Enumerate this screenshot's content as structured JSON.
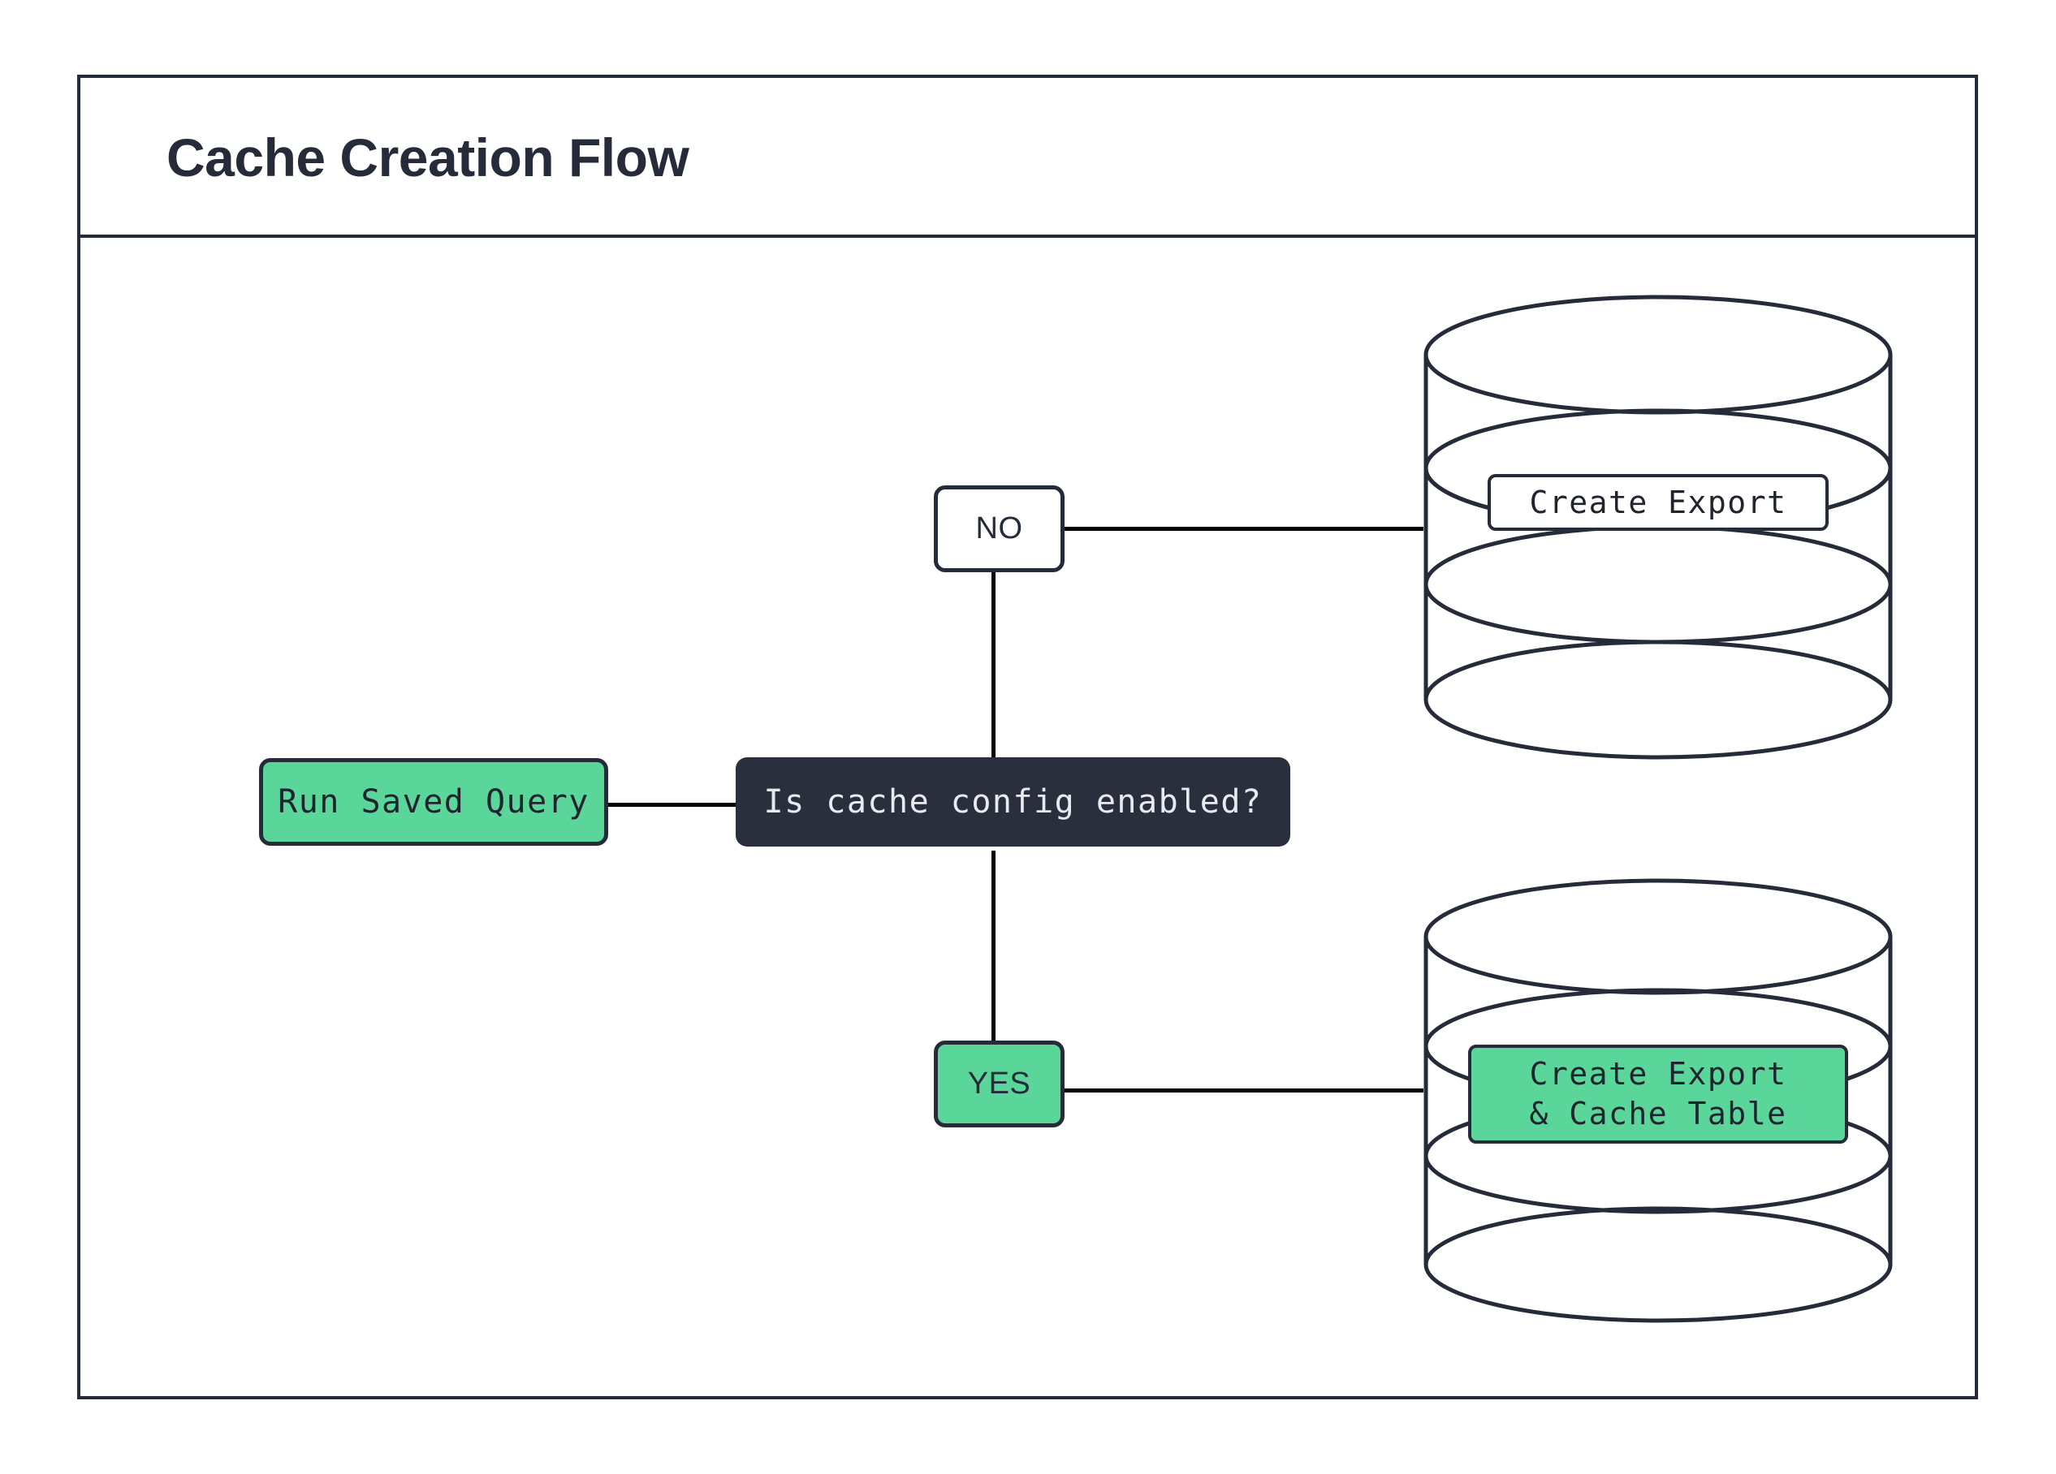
{
  "diagram": {
    "title": "Cache Creation Flow",
    "colors": {
      "accent_green": "#5BD69B",
      "dark_navy": "#262B3A",
      "decision_fill": "#2A2F3E",
      "decision_text": "#E8EAEF",
      "line": "#000000",
      "canvas": "#FFFFFF"
    },
    "nodes": {
      "start": {
        "id": "run-saved-query",
        "label": "Run Saved Query",
        "shape": "rounded-rect",
        "fill": "#5BD69B"
      },
      "decision": {
        "id": "is-cache-config-enabled",
        "label": "Is cache config enabled?",
        "shape": "rounded-rect",
        "fill": "#2A2F3E"
      },
      "branch_no": {
        "id": "branch-no",
        "label": "NO",
        "shape": "rounded-rect",
        "fill": "#FFFFFF"
      },
      "branch_yes": {
        "id": "branch-yes",
        "label": "YES",
        "shape": "rounded-rect",
        "fill": "#5BD69B"
      },
      "database_no": {
        "id": "database-create-export",
        "shape": "cylinder",
        "label": "Create Export",
        "label_fill": "#FFFFFF"
      },
      "database_yes": {
        "id": "database-create-export-cache-table",
        "shape": "cylinder",
        "label_line1": "Create Export",
        "label_line2": "& Cache Table",
        "label": "Create Export\n& Cache Table",
        "label_fill": "#5BD69B"
      }
    },
    "edges": [
      {
        "from": "run-saved-query",
        "to": "is-cache-config-enabled",
        "label": ""
      },
      {
        "from": "is-cache-config-enabled",
        "to": "branch-no",
        "label": "NO"
      },
      {
        "from": "is-cache-config-enabled",
        "to": "branch-yes",
        "label": "YES"
      },
      {
        "from": "branch-no",
        "to": "database-create-export",
        "label": ""
      },
      {
        "from": "branch-yes",
        "to": "database-create-export-cache-table",
        "label": ""
      }
    ]
  }
}
